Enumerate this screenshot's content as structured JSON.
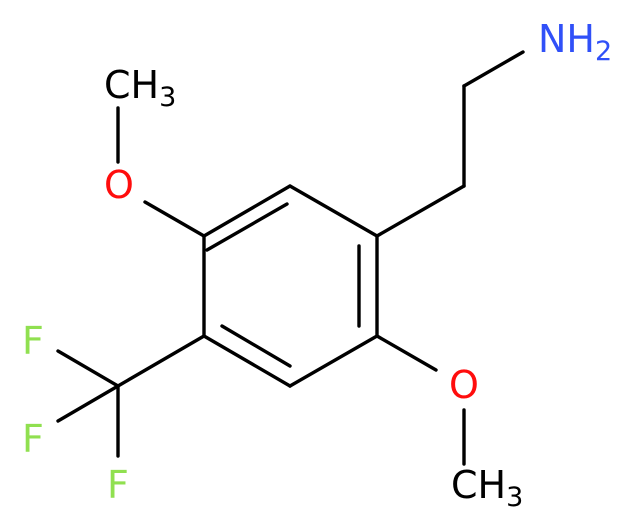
{
  "colors": {
    "bond": "#000000",
    "carbon": "#000000",
    "oxygen": "#ff0d0d",
    "nitrogen": "#3050f8",
    "fluorine": "#90e050"
  },
  "labels": {
    "amine": {
      "main": "NH",
      "sub": "2"
    },
    "methyl_top": {
      "main": "CH",
      "sub": "3"
    },
    "oxygen_top": {
      "main": "O"
    },
    "oxygen_bottom": {
      "main": "O"
    },
    "methyl_bottom": {
      "main": "CH",
      "sub": "3"
    },
    "fluorine_1": {
      "main": "F"
    },
    "fluorine_2": {
      "main": "F"
    },
    "fluorine_3": {
      "main": "F"
    }
  }
}
